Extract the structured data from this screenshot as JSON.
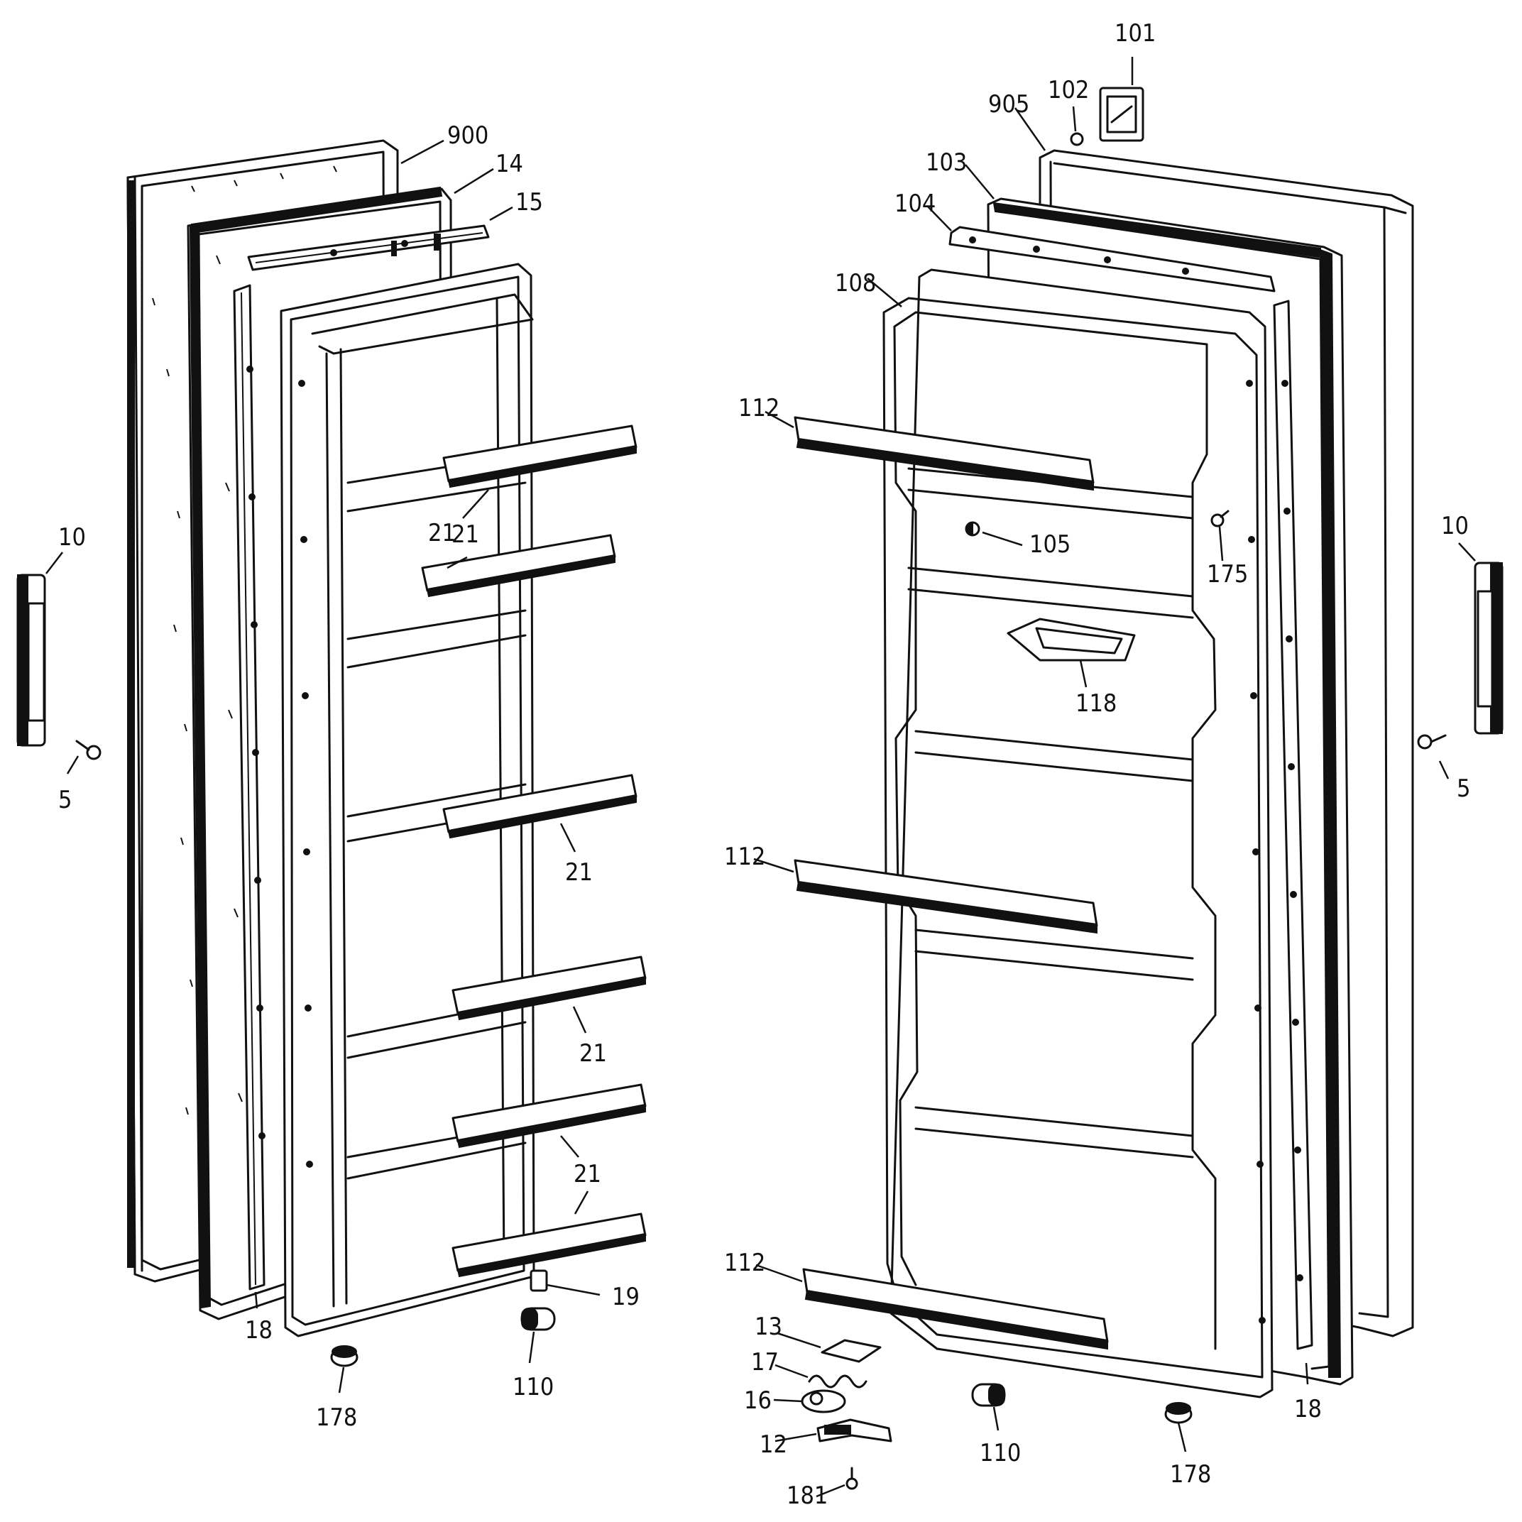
{
  "callouts": [
    {
      "id": "l-900",
      "text": "900"
    },
    {
      "id": "l-14",
      "text": "14"
    },
    {
      "id": "l-15",
      "text": "15"
    },
    {
      "id": "l-10L",
      "text": "10"
    },
    {
      "id": "l-5L",
      "text": "5"
    },
    {
      "id": "l-21a",
      "text": "21"
    },
    {
      "id": "l-21b",
      "text": "21"
    },
    {
      "id": "l-21c",
      "text": "21"
    },
    {
      "id": "l-21d",
      "text": "21"
    },
    {
      "id": "l-21e",
      "text": "21"
    },
    {
      "id": "l-19",
      "text": "19"
    },
    {
      "id": "l-18L",
      "text": "18"
    },
    {
      "id": "l-178L",
      "text": "178"
    },
    {
      "id": "l-110L",
      "text": "110"
    },
    {
      "id": "l-101",
      "text": "101"
    },
    {
      "id": "l-102",
      "text": "102"
    },
    {
      "id": "l-905",
      "text": "905"
    },
    {
      "id": "l-103",
      "text": "103"
    },
    {
      "id": "l-104",
      "text": "104"
    },
    {
      "id": "l-108",
      "text": "108"
    },
    {
      "id": "l-112a",
      "text": "112"
    },
    {
      "id": "l-105",
      "text": "105"
    },
    {
      "id": "l-175",
      "text": "175"
    },
    {
      "id": "l-118",
      "text": "118"
    },
    {
      "id": "l-112b",
      "text": "112"
    },
    {
      "id": "l-112c",
      "text": "112"
    },
    {
      "id": "l-10R",
      "text": "10"
    },
    {
      "id": "l-5R",
      "text": "5"
    },
    {
      "id": "l-13",
      "text": "13"
    },
    {
      "id": "l-17",
      "text": "17"
    },
    {
      "id": "l-16",
      "text": "16"
    },
    {
      "id": "l-12",
      "text": "12"
    },
    {
      "id": "l-181",
      "text": "181"
    },
    {
      "id": "l-110R",
      "text": "110"
    },
    {
      "id": "l-178R",
      "text": "178"
    },
    {
      "id": "l-18R",
      "text": "18"
    }
  ]
}
